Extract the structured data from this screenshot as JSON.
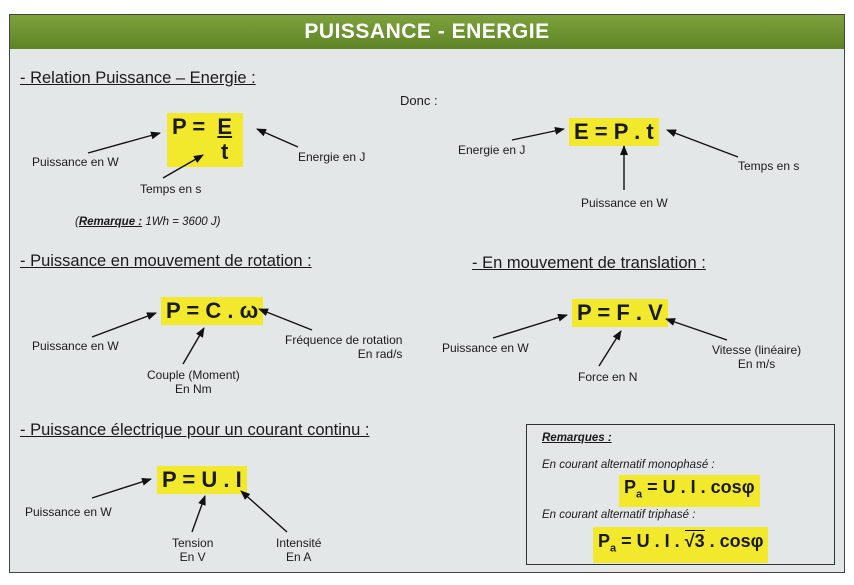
{
  "title": "PUISSANCE - ENERGIE",
  "sections": {
    "relation": "- Relation  Puissance – Energie :",
    "rotation": "- Puissance en mouvement de rotation :",
    "translation": "- En mouvement de translation :",
    "electrique": "- Puissance électrique pour un courant continu :"
  },
  "relation": {
    "formula_left": "P = ",
    "formula_num": "E",
    "formula_den": "t",
    "puissance": "Puissance en W",
    "energie": "Energie en J",
    "temps": "Temps en s",
    "remarque_open": "(",
    "remarque_label": "Remarque :",
    "remarque_text": " 1Wh = 3600 J)"
  },
  "donc": {
    "label": "Donc :",
    "formula": "E = P . t",
    "energie": "Energie en J",
    "temps": "Temps en s",
    "puissance": "Puissance en W"
  },
  "rotation": {
    "formula": "P = C . ω",
    "puissance": "Puissance en W",
    "frequence_1": "Fréquence de rotation",
    "frequence_2": "En rad/s",
    "couple_1": "Couple (Moment)",
    "couple_2": "En Nm"
  },
  "translation": {
    "formula": "P = F . V",
    "puissance": "Puissance en W",
    "vitesse_1": "Vitesse (linéaire)",
    "vitesse_2": "En m/s",
    "force": "Force en N"
  },
  "electrique": {
    "formula": "P = U . I",
    "puissance": "Puissance en W",
    "tension_1": "Tension",
    "tension_2": "En V",
    "intensite_1": "Intensité",
    "intensite_2": "En A"
  },
  "remarques": {
    "title": "Remarques :",
    "mono_label": "En courant alternatif monophasé :",
    "mono_formula": "= U . I . cosφ",
    "tri_label": "En courant alternatif triphasé :",
    "tri_formula_a": "= U . I . ",
    "tri_root": "√3",
    "tri_formula_b": " . cosφ",
    "pa_letter": "P",
    "pa_sub": "a"
  },
  "colors": {
    "title_bar": "#6b912f",
    "highlight": "#f2e92c",
    "background": "#e4e7e8"
  }
}
